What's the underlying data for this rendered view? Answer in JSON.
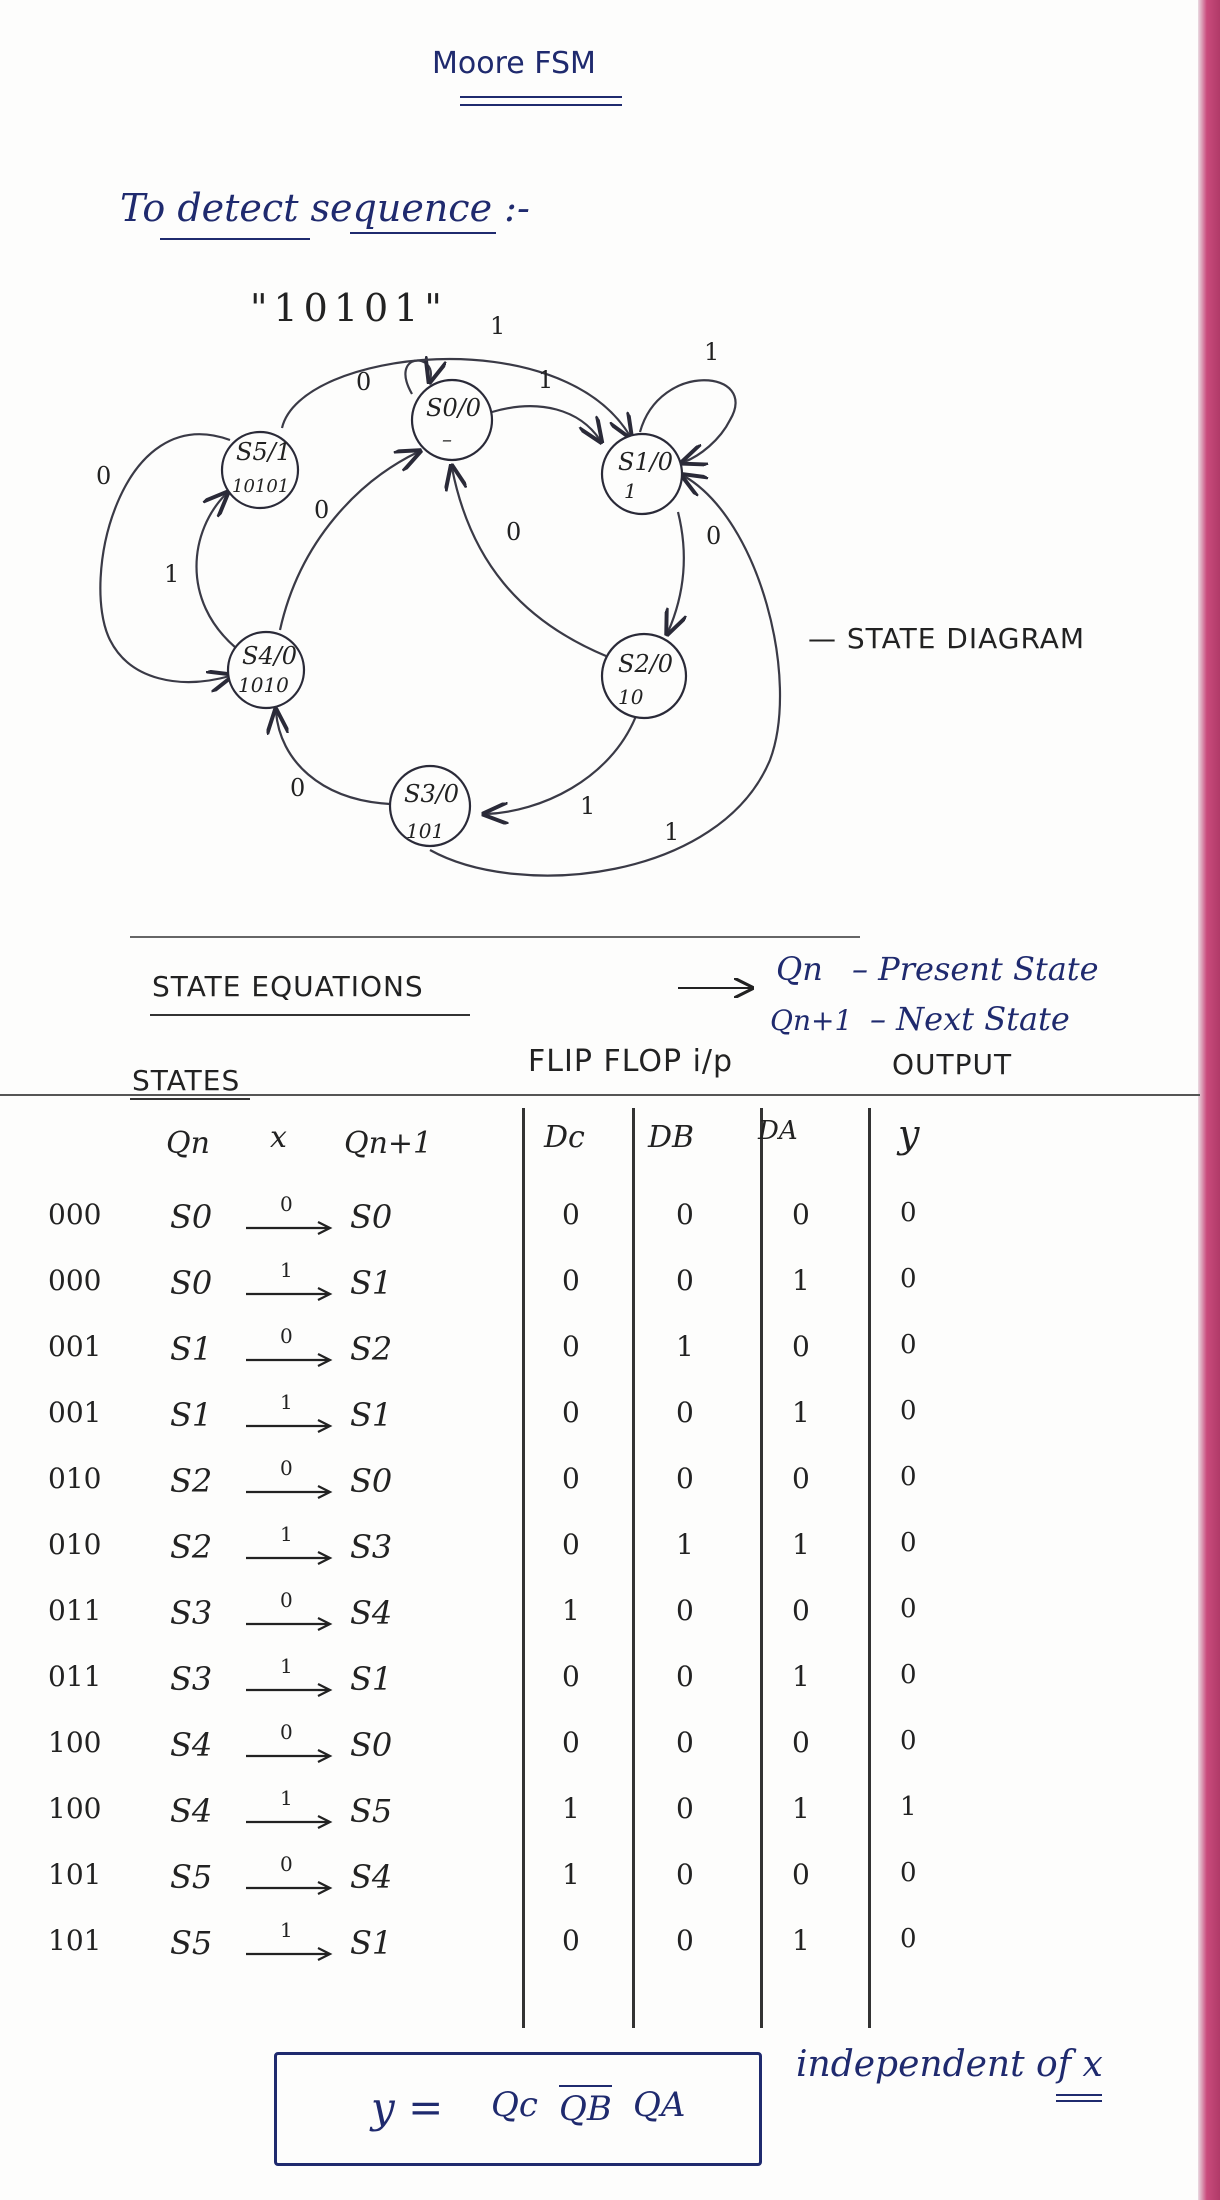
{
  "page": {
    "title": "Moore FSM",
    "intro": "To detect sequence :-",
    "sequence": "\"10101\""
  },
  "state_diagram": {
    "label": "— STATE DIAGRAM",
    "states": [
      {
        "name": "S0/0",
        "sub": "–"
      },
      {
        "name": "S1/0",
        "sub": "1"
      },
      {
        "name": "S2/0",
        "sub": "10"
      },
      {
        "name": "S3/0",
        "sub": "101"
      },
      {
        "name": "S4/0",
        "sub": "1010"
      },
      {
        "name": "S5/1",
        "sub": "10101"
      }
    ],
    "transition_labels": [
      "0",
      "1",
      "1",
      "1",
      "0",
      "0",
      "0",
      "1",
      "0",
      "1",
      "1",
      "0"
    ]
  },
  "equations": {
    "heading": "STATE EQUATIONS",
    "legend_qn_sym": "Qn",
    "legend_qn_desc": "– Present State",
    "legend_qn1_sym": "Qn+1",
    "legend_qn1_desc": "– Next State"
  },
  "table": {
    "states_heading": "STATES",
    "ff_heading": "FLIP FLOP i/p",
    "output_heading": "OUTPUT",
    "col_qn": "Qn",
    "col_x": "x",
    "col_qn1": "Qn+1",
    "col_dc": "Dc",
    "col_db": "DB",
    "col_da": "DA",
    "col_y": "y",
    "rows": [
      {
        "code": "000",
        "present": "S0",
        "x": "0",
        "next": "S0",
        "dc": "0",
        "db": "0",
        "da": "0",
        "y": "0"
      },
      {
        "code": "000",
        "present": "S0",
        "x": "1",
        "next": "S1",
        "dc": "0",
        "db": "0",
        "da": "1",
        "y": "0"
      },
      {
        "code": "001",
        "present": "S1",
        "x": "0",
        "next": "S2",
        "dc": "0",
        "db": "1",
        "da": "0",
        "y": "0"
      },
      {
        "code": "001",
        "present": "S1",
        "x": "1",
        "next": "S1",
        "dc": "0",
        "db": "0",
        "da": "1",
        "y": "0"
      },
      {
        "code": "010",
        "present": "S2",
        "x": "0",
        "next": "S0",
        "dc": "0",
        "db": "0",
        "da": "0",
        "y": "0"
      },
      {
        "code": "010",
        "present": "S2",
        "x": "1",
        "next": "S3",
        "dc": "0",
        "db": "1",
        "da": "1",
        "y": "0"
      },
      {
        "code": "011",
        "present": "S3",
        "x": "0",
        "next": "S4",
        "dc": "1",
        "db": "0",
        "da": "0",
        "y": "0"
      },
      {
        "code": "011",
        "present": "S3",
        "x": "1",
        "next": "S1",
        "dc": "0",
        "db": "0",
        "da": "1",
        "y": "0"
      },
      {
        "code": "100",
        "present": "S4",
        "x": "0",
        "next": "S0",
        "dc": "0",
        "db": "0",
        "da": "0",
        "y": "0"
      },
      {
        "code": "100",
        "present": "S4",
        "x": "1",
        "next": "S5",
        "dc": "1",
        "db": "0",
        "da": "1",
        "y": "1"
      },
      {
        "code": "101",
        "present": "S5",
        "x": "0",
        "next": "S4",
        "dc": "1",
        "db": "0",
        "da": "0",
        "y": "0"
      },
      {
        "code": "101",
        "present": "S5",
        "x": "1",
        "next": "S1",
        "dc": "0",
        "db": "0",
        "da": "1",
        "y": "0"
      }
    ]
  },
  "result": {
    "equation_lhs": "y =",
    "term_c": "Qc",
    "term_b": "QB",
    "term_a": "QA",
    "note": "independent of x"
  }
}
